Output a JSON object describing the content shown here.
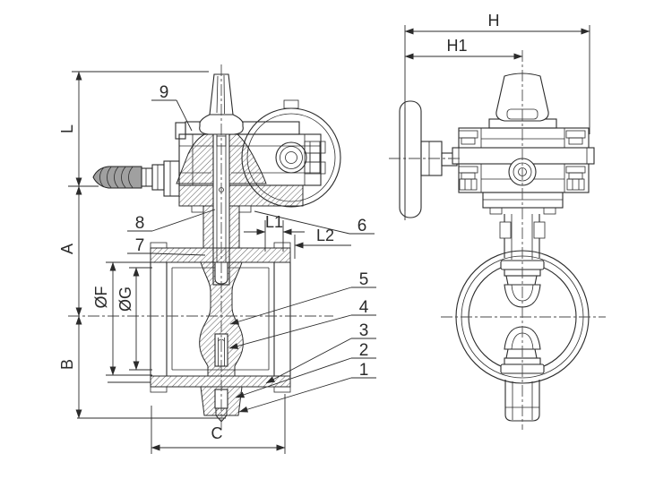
{
  "meta": {
    "background": "#ffffff",
    "line_color": "#2b2b2b"
  },
  "front_view": {
    "dims": {
      "L": "L",
      "A": "A",
      "B": "B",
      "C": "C",
      "F": "ØF",
      "G": "ØG",
      "L1": "L1",
      "L2": "L2"
    },
    "callouts": {
      "c1": "1",
      "c2": "2",
      "c3": "3",
      "c4": "4",
      "c5": "5",
      "c6": "6",
      "c7": "7",
      "c8": "8",
      "c9": "9"
    }
  },
  "side_view": {
    "dims": {
      "H": "H",
      "H1": "H1"
    }
  }
}
